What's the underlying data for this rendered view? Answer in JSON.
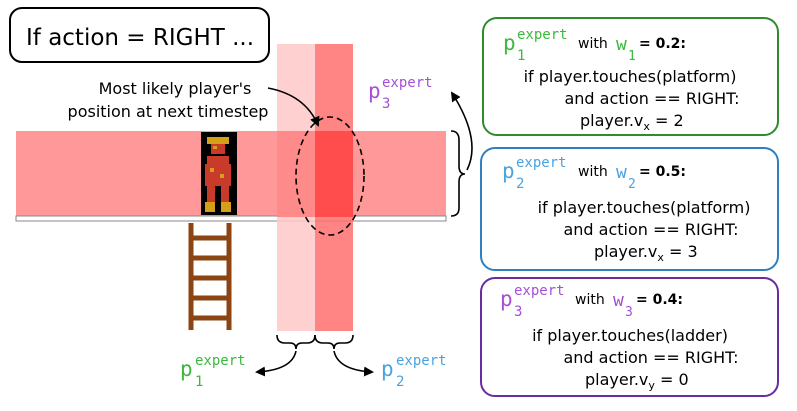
{
  "title_box": {
    "text": "If action = RIGHT ..."
  },
  "annotation": {
    "line1": "Most likely player's",
    "line2": "position at next timestep"
  },
  "p_labels": {
    "p_letter": "p",
    "superscript": "expert",
    "top_index": "3",
    "bottom_left_index": "1",
    "bottom_right_index": "2"
  },
  "experts": [
    {
      "p": "p",
      "sup": "expert",
      "sub": "1",
      "with": "with",
      "w": "w",
      "w_sub": "1",
      "weight": "= 0.2:",
      "line1": "if player.touches(platform)",
      "line2": "and action == RIGHT:",
      "line3_prefix": "player.v",
      "line3_sub": "x",
      "line3_suffix": " = 2",
      "color": "#2e8b2e",
      "label_color": "#3cb83c"
    },
    {
      "p": "p",
      "sup": "expert",
      "sub": "2",
      "with": "with",
      "w": "w",
      "w_sub": "2",
      "weight": "= 0.5:",
      "line1": "if player.touches(platform)",
      "line2": "and action == RIGHT:",
      "line3_prefix": "player.v",
      "line3_sub": "x",
      "line3_suffix": " = 3",
      "color": "#2f7fc1",
      "label_color": "#4aa3df"
    },
    {
      "p": "p",
      "sup": "expert",
      "sub": "3",
      "with": "with",
      "w": "w",
      "w_sub": "3",
      "weight": "= 0.4:",
      "line1": "if player.touches(ladder)",
      "line2": "and action == RIGHT:",
      "line3_prefix": "player.v",
      "line3_sub": "y",
      "line3_suffix": " = 0",
      "color": "#6a2aa0",
      "label_color": "#a64fd6"
    }
  ],
  "colors": {
    "band": "#ff9999",
    "column_light": "#ffcccc",
    "column_dark": "#ff6f6f",
    "overlap": "#ff5555",
    "ladder": "#8b4513",
    "p3_label": "#a64fd6"
  }
}
